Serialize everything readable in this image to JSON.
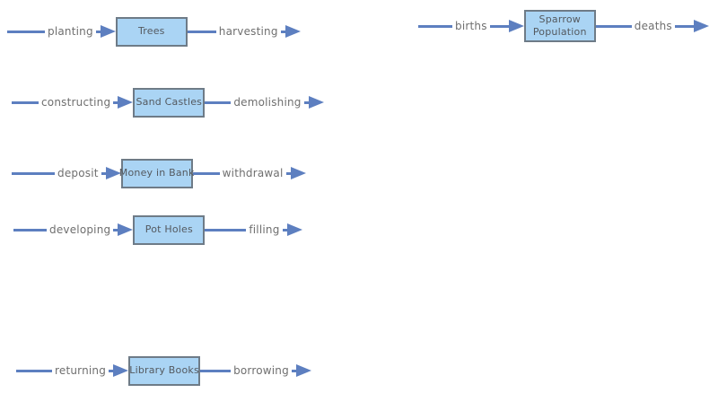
{
  "colors": {
    "arrow": "#5d7fc0",
    "box_fill": "#aad4f4",
    "box_border": "#6e7b87",
    "label_text": "#6f6f6f",
    "box_text": "#54595f",
    "background": "#ffffff"
  },
  "diagrams": [
    {
      "id": "trees",
      "inflow": "planting",
      "stock": "Trees",
      "outflow": "harvesting"
    },
    {
      "id": "sand-castles",
      "inflow": "constructing",
      "stock": "Sand Castles",
      "outflow": "demolishing"
    },
    {
      "id": "money-in-bank",
      "inflow": "deposit",
      "stock": "Money in Bank",
      "outflow": "withdrawal"
    },
    {
      "id": "pot-holes",
      "inflow": "developing",
      "stock": "Pot Holes",
      "outflow": "filling"
    },
    {
      "id": "library-books",
      "inflow": "returning",
      "stock": "Library Books",
      "outflow": "borrowing"
    },
    {
      "id": "sparrow-population",
      "inflow": "births",
      "stock": "Sparrow Population",
      "outflow": "deaths"
    }
  ]
}
